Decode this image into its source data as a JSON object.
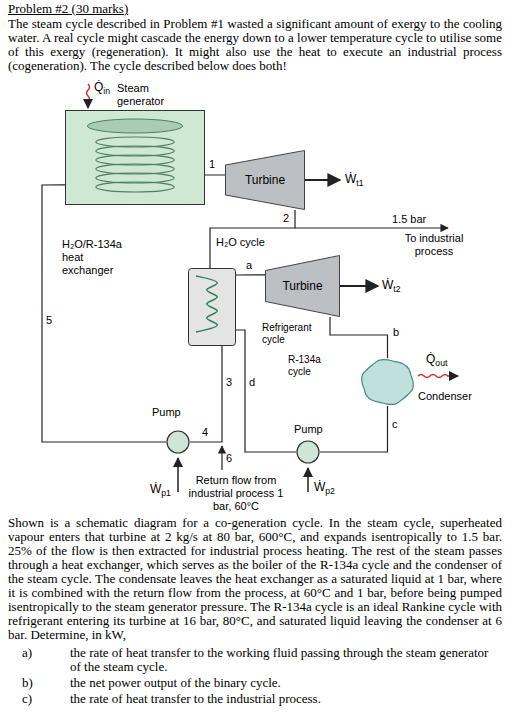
{
  "diagram": {
    "title": "Problem #2 (30 marks)",
    "nodes": [
      {
        "text": [
          "Steam generator"
        ]
      },
      {
        "text": [
          "Turbine"
        ]
      },
      {
        "text": [
          "H₂O/R-134a heat exchanger"
        ]
      },
      {
        "text": [
          "Turbine"
        ]
      },
      {
        "text": [
          "Condenser"
        ]
      },
      {
        "text": [
          "Pump"
        ]
      },
      {
        "text": [
          "Pump"
        ]
      }
    ],
    "edges": [
      {
        "from": 0,
        "to": 1,
        "arrow": "none"
      },
      {
        "from": 1,
        "to": 2,
        "arrow": "none"
      },
      {
        "from": 2,
        "to": 3,
        "arrow": "none"
      },
      {
        "from": 3,
        "to": 4,
        "arrow": "none"
      },
      {
        "from": 4,
        "to": 6,
        "arrow": "none"
      },
      {
        "from": 6,
        "to": 2,
        "arrow": "none"
      },
      {
        "from": 2,
        "to": 5,
        "arrow": "none"
      },
      {
        "from": 5,
        "to": 0,
        "arrow": "none"
      }
    ],
    "labels": [
      "The steam cycle described in Problem #1 wasted a significant amount of exergy to the cooling water. A real cycle might cascade the energy down to a lower temperature cycle to utilise some of this exergy (regeneration). It might also use the heat to execute an industrial process (cogeneration). The cycle described below does both!",
      "Q̇in",
      "1",
      "Ẇt1",
      "2",
      "1.5 bar",
      "To industrial process",
      "H₂O cycle",
      "a",
      "Ẇt2",
      "5",
      "Refrigerant cycle",
      "b",
      "R-134a cycle",
      "Q̇out",
      "3",
      "d",
      "4",
      "c",
      "6",
      "Ẇp1",
      "Ẇp2",
      "Return flow from industrial process 1 bar, 60°C",
      "Shown is a schematic diagram for a co-generation cycle. In the steam cycle, superheated vapour enters that turbine at 2 kg/s at 80 bar, 600°C, and expands isentropically to 1.5 bar. 25% of the flow is then extracted for industrial process heating. The rest of the steam passes through a heat exchanger, which serves as the boiler of the R-134a cycle and the condenser of the steam cycle. The condensate leaves the heat exchanger as a saturated liquid at 1 bar, where it is combined with the return flow from the process, at 60°C and 1 bar, before being pumped isentropically to the steam generator pressure. The R-134a cycle is an ideal Rankine cycle with refrigerant entering its turbine at 16 bar, 80°C, and saturated liquid leaving the condenser at 6 bar. Determine, in kW,",
      "a)",
      "the rate of heat transfer to the working fluid passing through the steam generator of the steam cycle.",
      "b)",
      "the net power output of the binary cycle.",
      "c)",
      "the rate of heat transfer to the industrial process."
    ]
  }
}
